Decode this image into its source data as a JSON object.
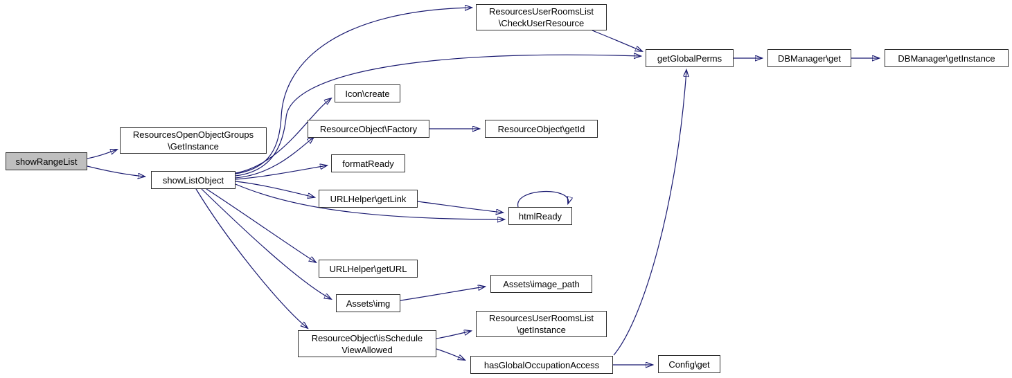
{
  "diagram": {
    "type": "call-graph",
    "nodes": [
      {
        "id": "show-range-list",
        "label": "showRangeList",
        "highlighted": true
      },
      {
        "id": "resources-open-object-groups-get-instance",
        "label": "ResourcesOpenObjectGroups\n\\GetInstance",
        "highlighted": false
      },
      {
        "id": "show-list-object",
        "label": "showListObject",
        "highlighted": false
      },
      {
        "id": "resources-user-rooms-list-check-user-resource",
        "label": "ResourcesUserRoomsList\n\\CheckUserResource",
        "highlighted": false
      },
      {
        "id": "get-global-perms",
        "label": "getGlobalPerms",
        "highlighted": false
      },
      {
        "id": "dbmanager-get",
        "label": "DBManager\\get",
        "highlighted": false
      },
      {
        "id": "dbmanager-get-instance",
        "label": "DBManager\\getInstance",
        "highlighted": false
      },
      {
        "id": "icon-create",
        "label": "Icon\\create",
        "highlighted": false
      },
      {
        "id": "resource-object-factory",
        "label": "ResourceObject\\Factory",
        "highlighted": false
      },
      {
        "id": "resource-object-get-id",
        "label": "ResourceObject\\getId",
        "highlighted": false
      },
      {
        "id": "format-ready",
        "label": "formatReady",
        "highlighted": false
      },
      {
        "id": "url-helper-get-link",
        "label": "URLHelper\\getLink",
        "highlighted": false
      },
      {
        "id": "html-ready",
        "label": "htmlReady",
        "highlighted": false
      },
      {
        "id": "url-helper-get-url",
        "label": "URLHelper\\getURL",
        "highlighted": false
      },
      {
        "id": "assets-img",
        "label": "Assets\\img",
        "highlighted": false
      },
      {
        "id": "assets-image-path",
        "label": "Assets\\image_path",
        "highlighted": false
      },
      {
        "id": "resources-user-rooms-list-get-instance",
        "label": "ResourcesUserRoomsList\n\\getInstance",
        "highlighted": false
      },
      {
        "id": "resource-object-is-schedule-view-allowed",
        "label": "ResourceObject\\isSchedule\nViewAllowed",
        "highlighted": false
      },
      {
        "id": "has-global-occupation-access",
        "label": "hasGlobalOccupationAccess",
        "highlighted": false
      },
      {
        "id": "config-get",
        "label": "Config\\get",
        "highlighted": false
      }
    ],
    "edges": [
      {
        "from": "show-range-list",
        "to": "resources-open-object-groups-get-instance"
      },
      {
        "from": "show-range-list",
        "to": "show-list-object"
      },
      {
        "from": "show-list-object",
        "to": "resources-user-rooms-list-check-user-resource"
      },
      {
        "from": "show-list-object",
        "to": "get-global-perms"
      },
      {
        "from": "show-list-object",
        "to": "icon-create"
      },
      {
        "from": "show-list-object",
        "to": "resource-object-factory"
      },
      {
        "from": "show-list-object",
        "to": "format-ready"
      },
      {
        "from": "show-list-object",
        "to": "url-helper-get-link"
      },
      {
        "from": "show-list-object",
        "to": "html-ready"
      },
      {
        "from": "show-list-object",
        "to": "url-helper-get-url"
      },
      {
        "from": "show-list-object",
        "to": "assets-img"
      },
      {
        "from": "show-list-object",
        "to": "resource-object-is-schedule-view-allowed"
      },
      {
        "from": "resources-user-rooms-list-check-user-resource",
        "to": "get-global-perms"
      },
      {
        "from": "get-global-perms",
        "to": "dbmanager-get"
      },
      {
        "from": "dbmanager-get",
        "to": "dbmanager-get-instance"
      },
      {
        "from": "resource-object-factory",
        "to": "resource-object-get-id"
      },
      {
        "from": "url-helper-get-link",
        "to": "html-ready"
      },
      {
        "from": "html-ready",
        "to": "html-ready"
      },
      {
        "from": "assets-img",
        "to": "assets-image-path"
      },
      {
        "from": "resource-object-is-schedule-view-allowed",
        "to": "resources-user-rooms-list-get-instance"
      },
      {
        "from": "resource-object-is-schedule-view-allowed",
        "to": "has-global-occupation-access"
      },
      {
        "from": "has-global-occupation-access",
        "to": "get-global-perms"
      },
      {
        "from": "has-global-occupation-access",
        "to": "config-get"
      }
    ]
  },
  "colors": {
    "edge": "#191970",
    "node_border": "#2e2e2e",
    "node_fill": "#ffffff",
    "highlight_fill": "#bfbfbf",
    "background": "#ffffff"
  }
}
